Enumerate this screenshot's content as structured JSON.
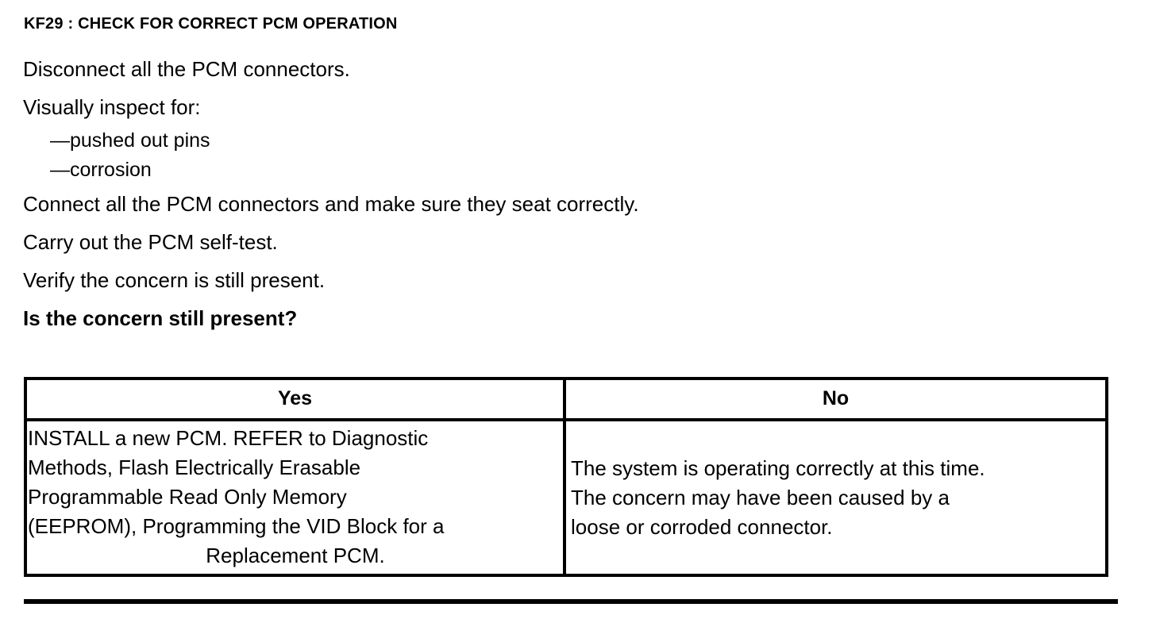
{
  "document": {
    "step_title": "KF29 : CHECK FOR CORRECT PCM OPERATION",
    "procedure_lines": [
      "Disconnect all the PCM connectors.",
      "Visually inspect for:",
      "—pushed out pins",
      "—corrosion",
      "Connect all the PCM connectors and make sure they seat correctly.",
      "Carry out the PCM self-test.",
      "Verify the concern is still present.",
      "Is the concern still present?"
    ],
    "question": "Is the concern still present?"
  },
  "decision_table": {
    "headers": [
      "Yes",
      "No"
    ],
    "yes_cell": {
      "lines": [
        "INSTALL a new PCM. REFER to Diagnostic",
        "Methods, Flash Electrically Erasable",
        "Programmable Read Only Memory",
        "(EEPROM), Programming the VID Block for a",
        "Replacement PCM."
      ]
    },
    "no_cell": {
      "lines": [
        "The system is operating correctly at this time.",
        "The concern may have been caused by a",
        "loose or corroded connector."
      ]
    }
  },
  "colors": {
    "text": "#000000",
    "background": "#ffffff",
    "rule": "#000000"
  }
}
